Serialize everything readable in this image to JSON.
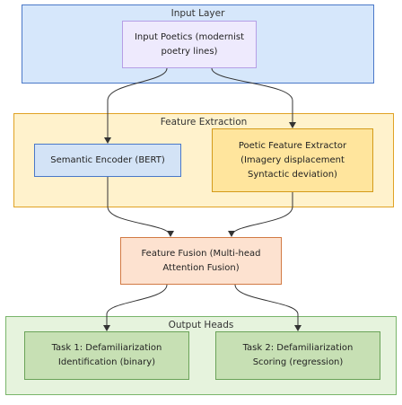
{
  "groups": {
    "input": "Input Layer",
    "feature": "Feature Extraction",
    "output": "Output Heads"
  },
  "nodes": {
    "poetics": "Input Poetics (modernist\npoetry lines)",
    "semantic": "Semantic Encoder (BERT)",
    "poetic": "Poetic Feature Extractor\n(Imagery displacement\nSyntactic deviation)",
    "fusion": "Feature Fusion (Multi-head\nAttention Fusion)",
    "task1": "Task 1: Defamiliarization\nIdentification (binary)",
    "task2": "Task 2: Defamiliarization\nScoring (regression)"
  },
  "colors": {
    "edge": "#333333"
  }
}
